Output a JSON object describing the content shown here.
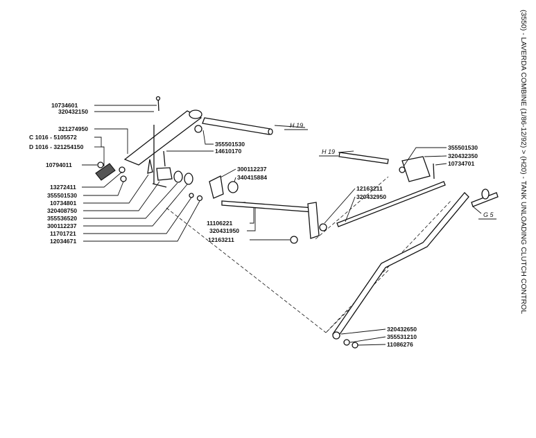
{
  "title": "(3550) - LAVERDA COMBINE (1/86-12/92) > (H20) - TANK UNLOADING CLUTCH CONTROL",
  "parts": {
    "p10734601": "10734601",
    "p320432150": "320432150",
    "p321274950": "321274950",
    "pC1016": "C 1016 - 5105572",
    "pD1016": "D 1016 - 321254150",
    "p10794011": "10794011",
    "p13272411": "13272411",
    "p355501530a": "355501530",
    "p10734801": "10734801",
    "p320408750": "320408750",
    "p355536520": "355536520",
    "p300112237a": "300112237",
    "p11701721": "11701721",
    "p12034671": "12034671",
    "p355501530b": "355501530",
    "p14610170": "14610170",
    "p300112237b": "300112237",
    "p340415884": "340415884",
    "p11106221": "11106221",
    "p320431950": "320431950",
    "p12163211a": "12163211",
    "p12163211b": "12163211",
    "p320432950": "320432950",
    "p355501530c": "355501530",
    "p320432350": "320432350",
    "p10734701": "10734701",
    "p320432650": "320432650",
    "p355531210": "355531210",
    "p11086276": "11086276"
  },
  "refs": {
    "h19a": "H 19",
    "h19b": "H 19",
    "g5": "G 5"
  }
}
